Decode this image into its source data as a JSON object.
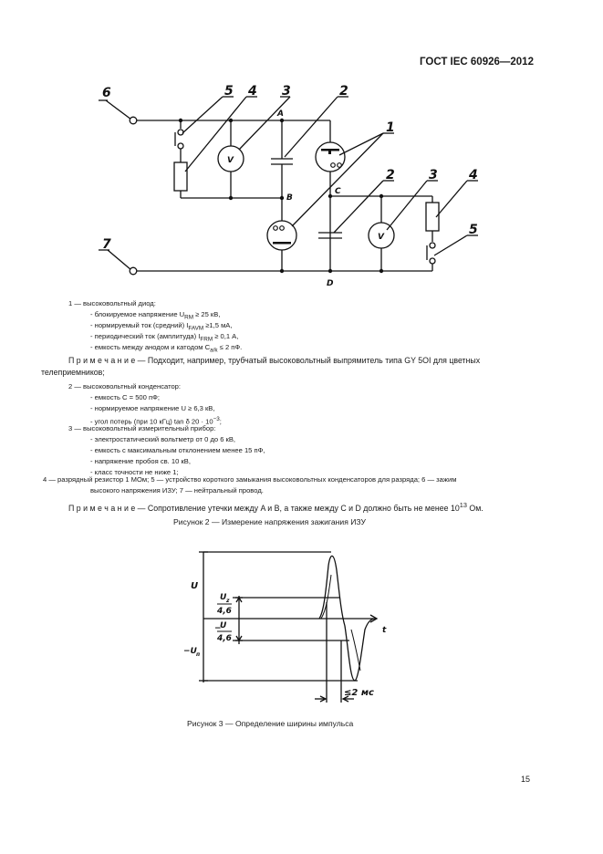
{
  "header": {
    "standard": "ГОСТ IEC 60926—2012"
  },
  "figure2": {
    "labels": {
      "l6": "6",
      "l5": "5",
      "l4": "4",
      "l3": "3",
      "l2": "2",
      "l1": "1",
      "l2b": "2",
      "l3b": "3",
      "l4b": "4",
      "l5b": "5",
      "l7": "7",
      "A": "A",
      "B": "B",
      "C": "C",
      "D": "D",
      "V": "V"
    },
    "legend1": {
      "title": "1 — высоковольтный диод:",
      "items": [
        "- блокируемое напряжение U",
        "- нормируемый ток (средний) I",
        "- периодический ток (амплитуда) I",
        "- емкость между анодом и катодом C"
      ],
      "subs": [
        "RM",
        "FAVM",
        "FRM",
        "a/k"
      ],
      "vals": [
        " ≥ 25 кВ,",
        " ≥1,5 мА,",
        " ≥ 0,1 А,",
        " ≤ 2 пФ."
      ]
    },
    "note1": "П р и м е ч а н и е — Подходит, например, трубчатый высоковольтный выпрямитель типа GY 5OI для цветных телеприемников;",
    "legend2": {
      "title": "2 — высоковольтный конденсатор:",
      "items": [
        "- емкость C = 500 пФ;",
        "- нормируемое напряжение U ≥ 6,3 кВ,",
        "- угол потерь (при 10 кГц) tan δ 20 · 10"
      ],
      "exp": "−3",
      "last_suffix": ";"
    },
    "legend3": {
      "title": "3 — высоковольтный измерительный прибор:",
      "items": [
        "- электростатический вольтметр от 0 до 6 кВ,",
        "- емкость с максимальным отклонением менее 15 пФ,",
        "- напряжение пробоя св. 10 кВ,",
        "- класс точности не ниже 1;"
      ]
    },
    "legend4": {
      "line1": "4 — разрядный резистор 1 МОм; 5 — устройство короткого замыкания высоковольтных конденсаторов для разряда; 6 — зажим",
      "line2": "высокого напряжения ИЗУ; 7 — нейтральный провод."
    },
    "note2": {
      "text": "П р и м е ч а н и е — Сопротивление утечки между A и B, а также между C и D должно быть не менее 10",
      "exp": "13",
      "suffix": " Ом."
    },
    "caption": "Рисунок 2 — Измерение напряжения зажигания ИЗУ"
  },
  "figure3": {
    "labels": {
      "U": "U",
      "Uz_num": "U",
      "Uz_sub": "z",
      "Uz_den": "4,6",
      "mUz_num": "U",
      "mUz_pre": "−",
      "mUz_den": "4,6",
      "mUz": "−U",
      "mUz_sub": "п",
      "t": "t",
      "width": "≤2 мс"
    },
    "caption": "Рисунок 3 — Определение ширины импульса"
  },
  "page_number": "15"
}
